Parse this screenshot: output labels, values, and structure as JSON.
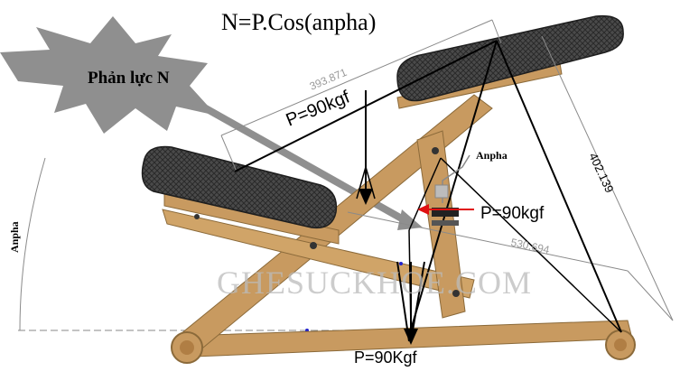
{
  "formula": "N=P.Cos(anpha)",
  "reaction_label": "Phản lực N",
  "loads": {
    "top_load": "P=90kgf",
    "side_load": "P=90kgf",
    "bottom_load": "P=90Kgf"
  },
  "angle_labels": {
    "right": "Anpha",
    "left": "Anpha"
  },
  "dimensions": {
    "top": "393.871",
    "right": "402.139",
    "middle": "530.694"
  },
  "watermark": "GHESUCKHOE.COM",
  "colors": {
    "wood": "#c89a60",
    "cushion": "#3a3a3a",
    "burst": "#8f8f8f",
    "arrow": "#000000",
    "red_arrow": "#e01010"
  }
}
